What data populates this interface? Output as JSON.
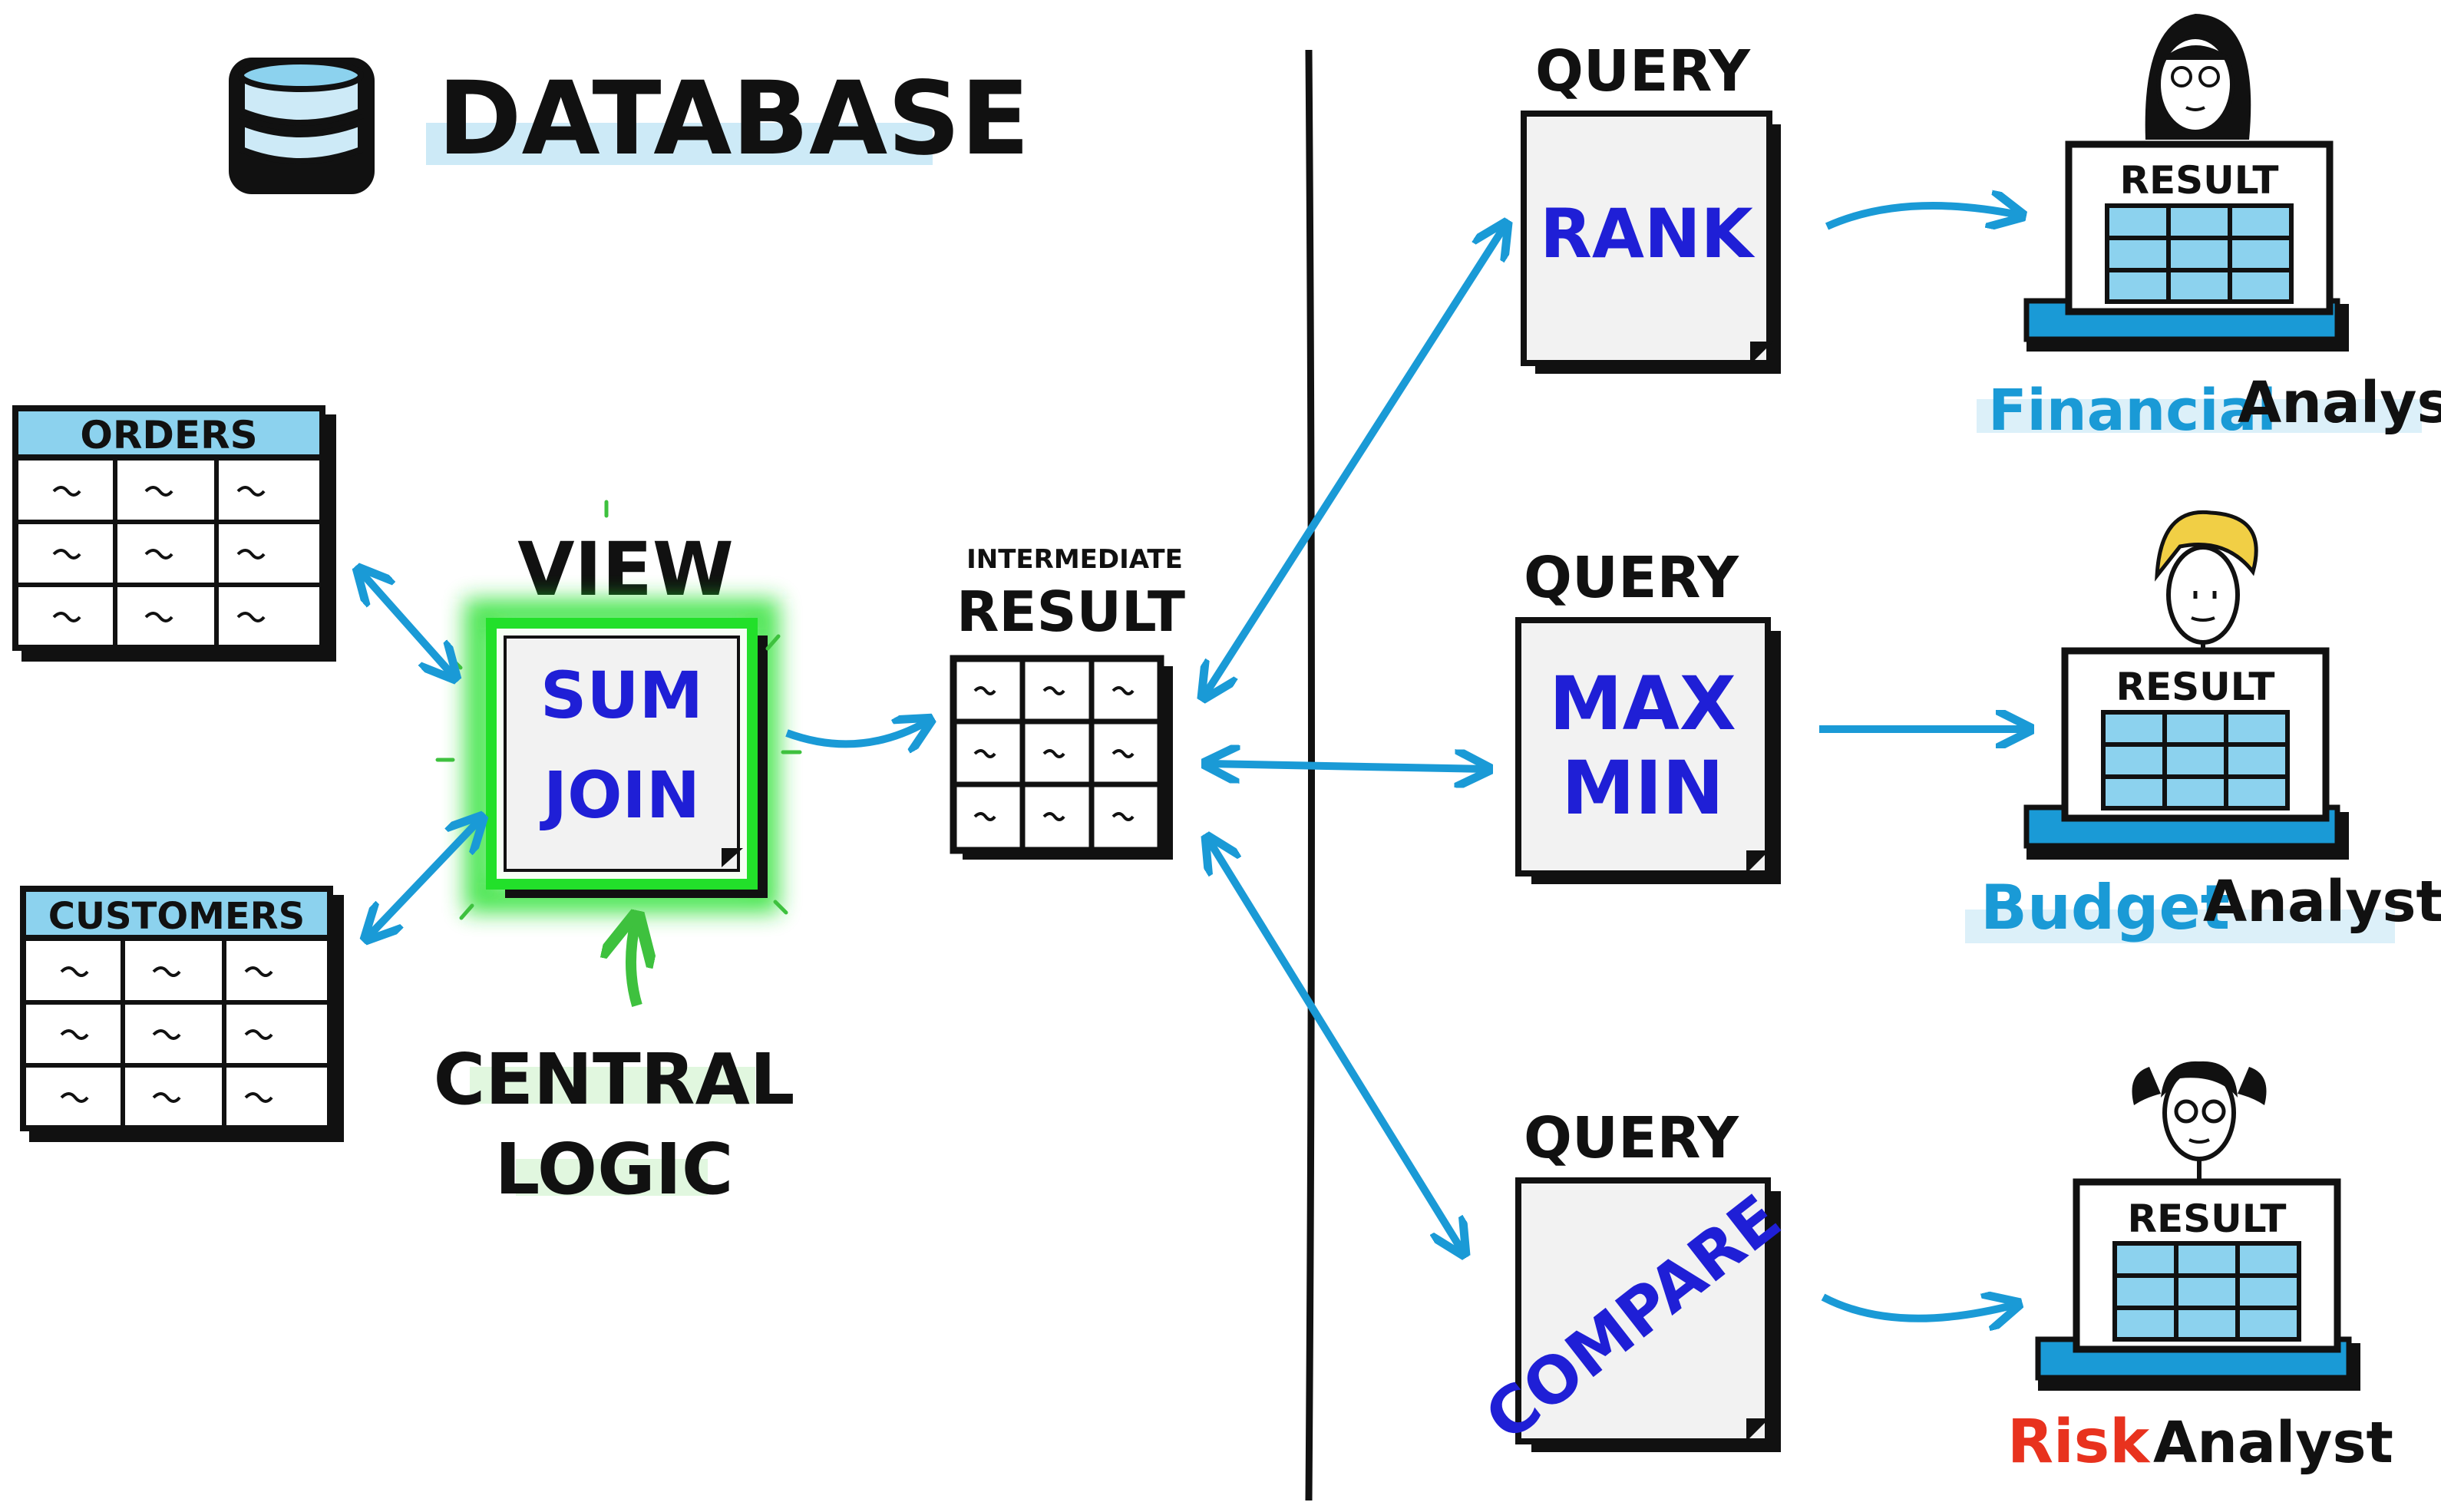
{
  "header": {
    "title": "DATABASE",
    "icon": "database-cylinder-icon"
  },
  "tables": {
    "orders": {
      "label": "ORDERS"
    },
    "customers": {
      "label": "CUSTOMERS"
    }
  },
  "view": {
    "title": "VIEW",
    "lines": [
      "SUM",
      "JOIN"
    ],
    "caption": [
      "CENTRAL",
      "LOGIC"
    ]
  },
  "intermediate": {
    "small_label": "INTERMEDIATE",
    "label": "RESULT"
  },
  "queries": [
    {
      "title": "QUERY",
      "lines": [
        "RANK"
      ],
      "result_label": "RESULT",
      "analyst_prefix": "Financial",
      "analyst_suffix": "Analyst",
      "prefix_color": "#1a9ad6"
    },
    {
      "title": "QUERY",
      "lines": [
        "MAX",
        "MIN"
      ],
      "result_label": "RESULT",
      "analyst_prefix": "Budget",
      "analyst_suffix": "Analyst",
      "prefix_color": "#1a9ad6"
    },
    {
      "title": "QUERY",
      "lines": [
        "COMPARE"
      ],
      "result_label": "RESULT",
      "analyst_prefix": "Risk",
      "analyst_suffix": "Analyst",
      "prefix_color": "#e8321e"
    }
  ],
  "colors": {
    "ink": "#111111",
    "accent_blue": "#1a9ad6",
    "table_header": "#8cd2ee",
    "highlight": "#cdeaf7",
    "text_blue": "#1f1fd6",
    "glow_green": "#22e02a",
    "logic_green": "#3ec13e",
    "paper": "#f2f2f2",
    "hair_yellow": "#f1cf45"
  }
}
